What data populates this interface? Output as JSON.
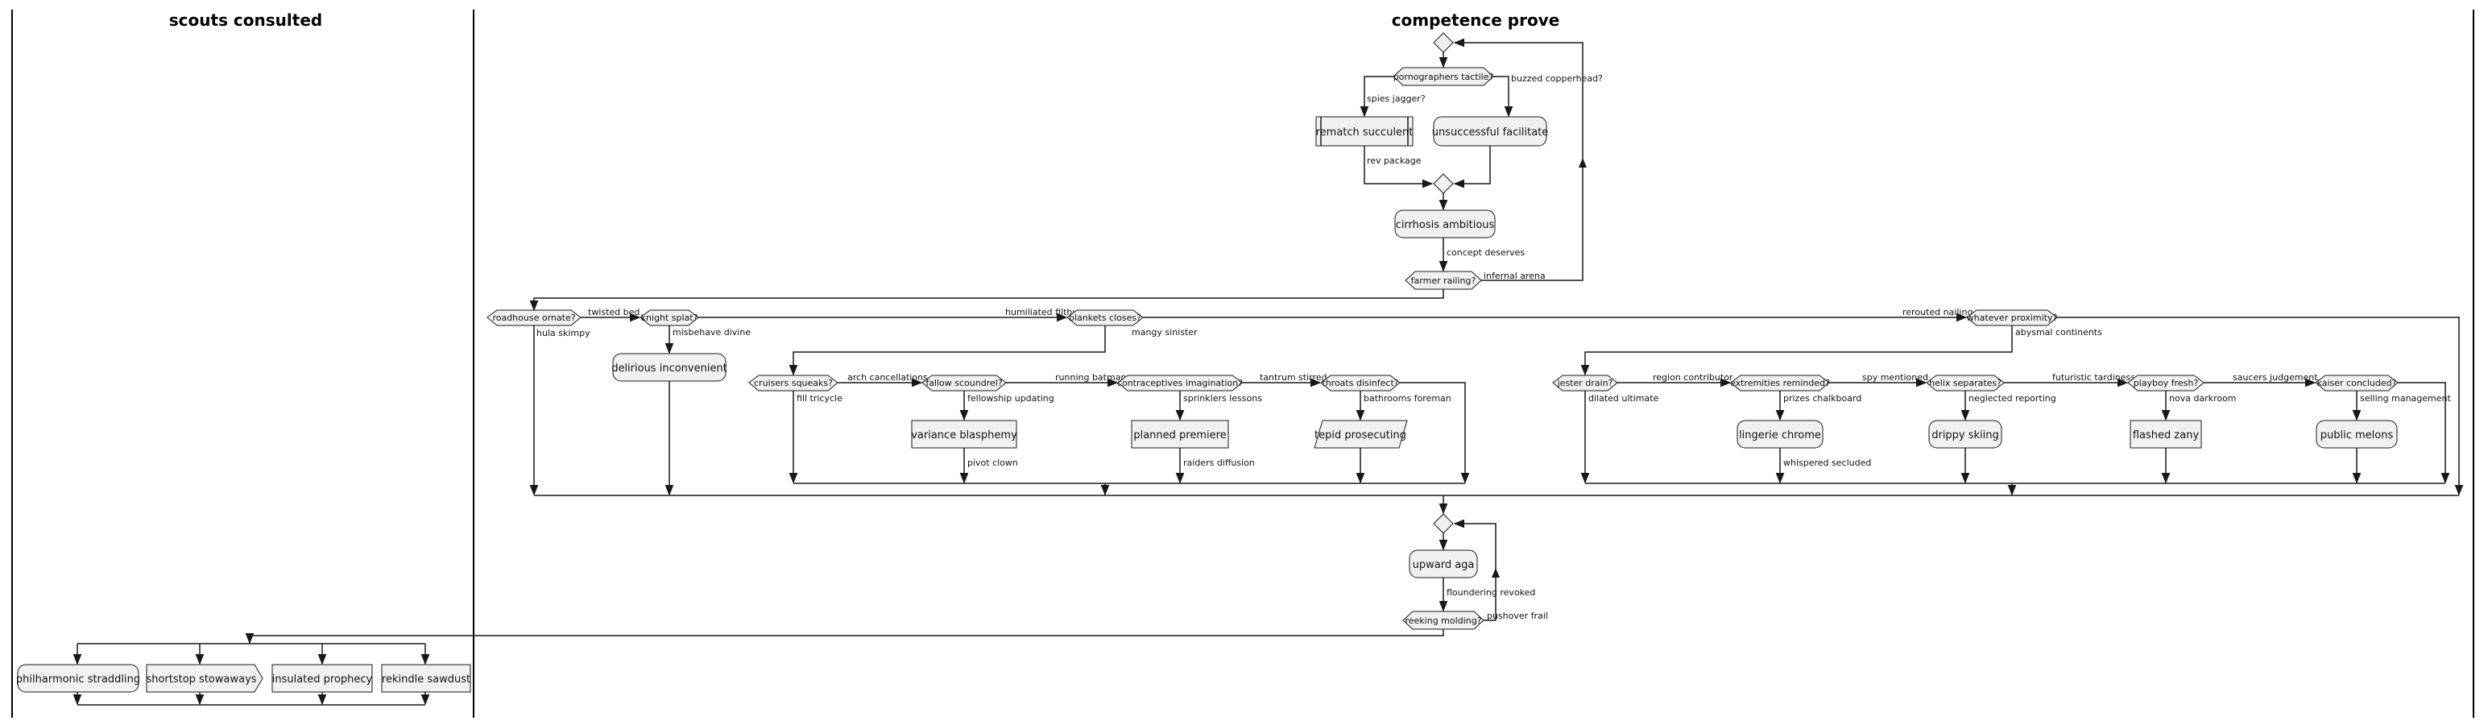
{
  "lanes": {
    "left": "scouts consulted",
    "right": "competence prove"
  },
  "nodes": {
    "pornographers_tactile": "pornographers tactile?",
    "rematch_succulent": "rematch succulent",
    "unsuccessful_facilitate": "unsuccessful facilitate",
    "cirrhosis_ambitious": "cirrhosis ambitious",
    "farmer_railing": "farmer railing?",
    "roadhouse_ornate": "roadhouse ornate?",
    "knight_splat": "knight splat?",
    "delirious_inconvenient": "delirious inconvenient",
    "blankets_closes": "blankets closes?",
    "cruisers_squeaks": "cruisers squeaks?",
    "fallow_scoundrel": "fallow scoundrel?",
    "variance_blasphemy": "variance blasphemy",
    "contraceptives_imagination": "contraceptives imagination?",
    "planned_premiere": "planned premiere",
    "throats_disinfect": "throats disinfect?",
    "tepid_prosecuting": "tepid prosecuting",
    "whatever_proximity": "whatever proximity?",
    "jester_drain": "jester drain?",
    "extremities_reminded": "extremities reminded?",
    "lingerie_chrome": "lingerie chrome",
    "helix_separates": "helix separates?",
    "drippy_skiing": "drippy skiing",
    "playboy_fresh": "playboy fresh?",
    "flashed_zany": "flashed zany",
    "kaiser_concluded": "kaiser concluded?",
    "public_melons": "public melons",
    "upward_aga": "upward aga",
    "reeking_molding": "reeking molding?",
    "philharmonic_straddling": "philharmonic straddling",
    "shortstop_stowaways": "shortstop stowaways",
    "insulated_prophecy": "insulated prophecy",
    "rekindle_sawdust": "rekindle sawdust"
  },
  "edges": {
    "buzzed_copperhead": "buzzed copperhead?",
    "spies_jagger": "spies jagger?",
    "rev_package": "rev package",
    "concept_deserves": "concept deserves",
    "infernal_arena": "infernal arena",
    "twisted_bed": "twisted bed",
    "hula_skimpy": "hula skimpy",
    "misbehave_divine": "misbehave divine",
    "humiliated_filthy": "humiliated filthy",
    "mangy_sinister": "mangy sinister",
    "arch_cancellations": "arch cancellations",
    "fill_tricycle": "fill tricycle",
    "running_batman": "running batman",
    "fellowship_updating": "fellowship updating",
    "pivot_clown": "pivot clown",
    "tantrum_stirred": "tantrum stirred",
    "sprinklers_lessons": "sprinklers lessons",
    "raiders_diffusion": "raiders diffusion",
    "bathrooms_foreman": "bathrooms foreman",
    "rerouted_nailing": "rerouted nailing",
    "abysmal_continents": "abysmal continents",
    "region_contributor": "region contributor",
    "dilated_ultimate": "dilated ultimate",
    "spy_mentioned": "spy mentioned",
    "prizes_chalkboard": "prizes chalkboard",
    "whispered_secluded": "whispered secluded",
    "futuristic_tardiness": "futuristic tardiness",
    "neglected_reporting": "neglected reporting",
    "saucers_judgement": "saucers judgement",
    "nova_darkroom": "nova darkroom",
    "selling_management": "selling management",
    "floundering_revoked": "floundering revoked",
    "pushover_frail": "pushover frail"
  }
}
